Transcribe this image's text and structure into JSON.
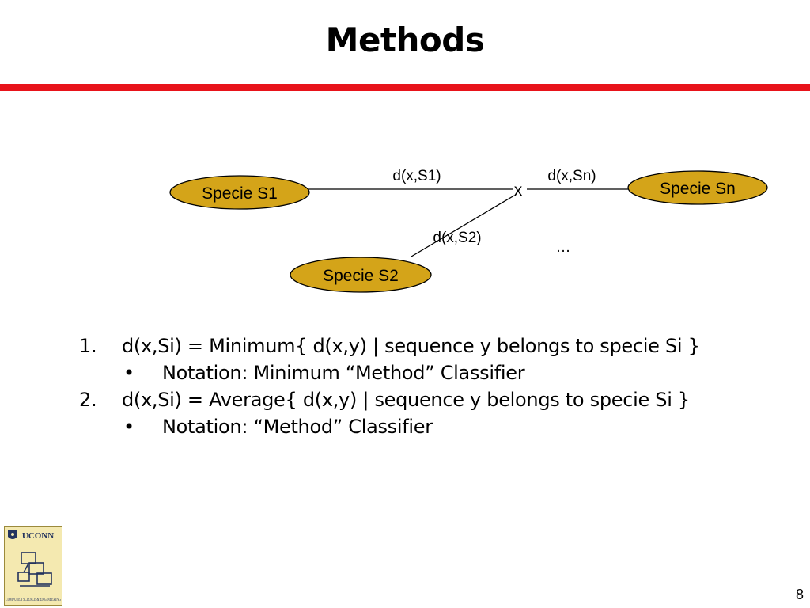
{
  "slide": {
    "title": "Methods",
    "page_number": "8",
    "accent_color": "#e8131a"
  },
  "diagram": {
    "node_fill": "#d4a419",
    "nodes": [
      {
        "id": "s1",
        "label": "Specie S1"
      },
      {
        "id": "sn",
        "label": "Specie Sn"
      },
      {
        "id": "s2",
        "label": "Specie S2"
      }
    ],
    "center_label": "x",
    "edges": [
      {
        "from": "s1",
        "label": "d(x,S1)"
      },
      {
        "from": "sn",
        "label": "d(x,Sn)"
      },
      {
        "from": "s2",
        "label": "d(x,S2)"
      }
    ],
    "ellipsis": "…"
  },
  "list": [
    {
      "num": "1.",
      "text": "d(x,Si) = Minimum{ d(x,y) | sequence y belongs to specie Si }",
      "sub": {
        "bullet": "•",
        "text": "Notation: Minimum “Method” Classifier"
      }
    },
    {
      "num": "2.",
      "text": "d(x,Si) = Average{ d(x,y) | sequence y belongs to specie Si }",
      "sub": {
        "bullet": "•",
        "text": "Notation: “Method” Classifier"
      }
    }
  ],
  "logo": {
    "top_text": "UCONN",
    "ring_text": "COMPUTER SCIENCE & ENGINEERING",
    "shield_icon": "uconn-shield-icon",
    "network_icon": "computer-network-icon"
  }
}
